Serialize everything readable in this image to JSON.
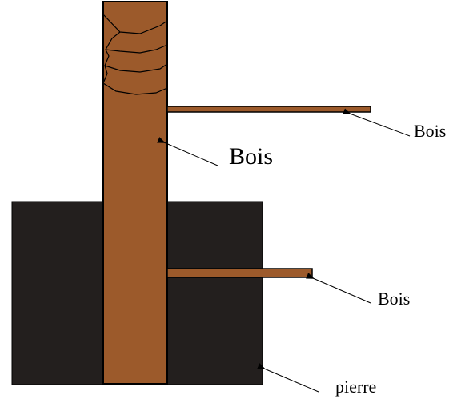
{
  "labels": {
    "post": "Bois",
    "upper_beam": "Bois",
    "lower_beam": "Bois",
    "foundation": "pierre"
  },
  "colors": {
    "wood": "#9c5a2b",
    "stone": "#231f1e",
    "outline": "#000000",
    "background": "#ffffff"
  }
}
